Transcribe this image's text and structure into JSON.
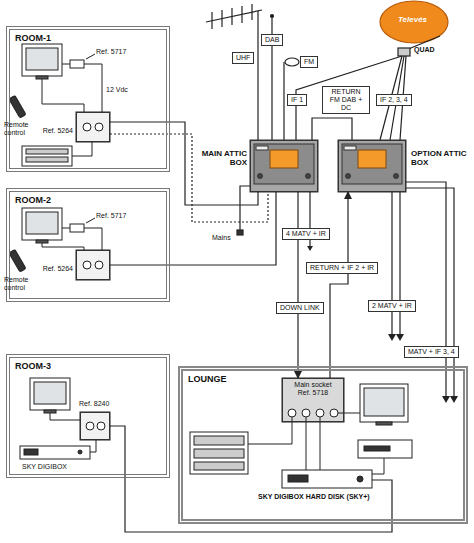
{
  "diagram": {
    "nodes": [
      {
        "text": [
          "ROOM-1"
        ]
      },
      {
        "text": [
          "ROOM-2"
        ]
      },
      {
        "text": [
          "ROOM-3"
        ]
      },
      {
        "text": [
          "LOUNGE"
        ]
      },
      {
        "text": [
          "MAIN ATTIC BOX"
        ]
      },
      {
        "text": [
          "OPTION ATTIC BOX"
        ]
      },
      {
        "text": [
          "Ref. 5264"
        ],
        "in": 0
      },
      {
        "text": [
          "Ref. 5264"
        ],
        "in": 1
      },
      {
        "text": [
          "Ref. 8240"
        ],
        "in": 2
      },
      {
        "text": [
          "Main socket Ref. 5718"
        ],
        "in": 3
      }
    ],
    "edges": [
      {
        "from": 4,
        "to": 5,
        "label": "RETURN FM DAB + DC",
        "arrow": "none"
      },
      {
        "from": 4,
        "to": 6,
        "arrow": "none"
      },
      {
        "from": 4,
        "to": 7,
        "arrow": "none"
      },
      {
        "from": 4,
        "to": 9,
        "label": "DOWN LINK",
        "arrow": "to"
      },
      {
        "from": 9,
        "to": 5,
        "label": "RETURN + IF 2 + IR",
        "arrow": "to"
      }
    ],
    "labels": [
      "Televés",
      "QUAD",
      "UHF",
      "DAB",
      "FM",
      "IF 1",
      "IF 2, 3, 4",
      "Mains",
      "4 MATV + IR",
      "2 MATV + IR",
      "MATV + IF 3, 4",
      "Ref. 5717",
      "Remote control",
      "12 Vdc",
      "Ref. 5717",
      "Remote control",
      "SKY DIGIBOX",
      "SKY DIGIBOX HARD DISK (SKY+)"
    ]
  }
}
